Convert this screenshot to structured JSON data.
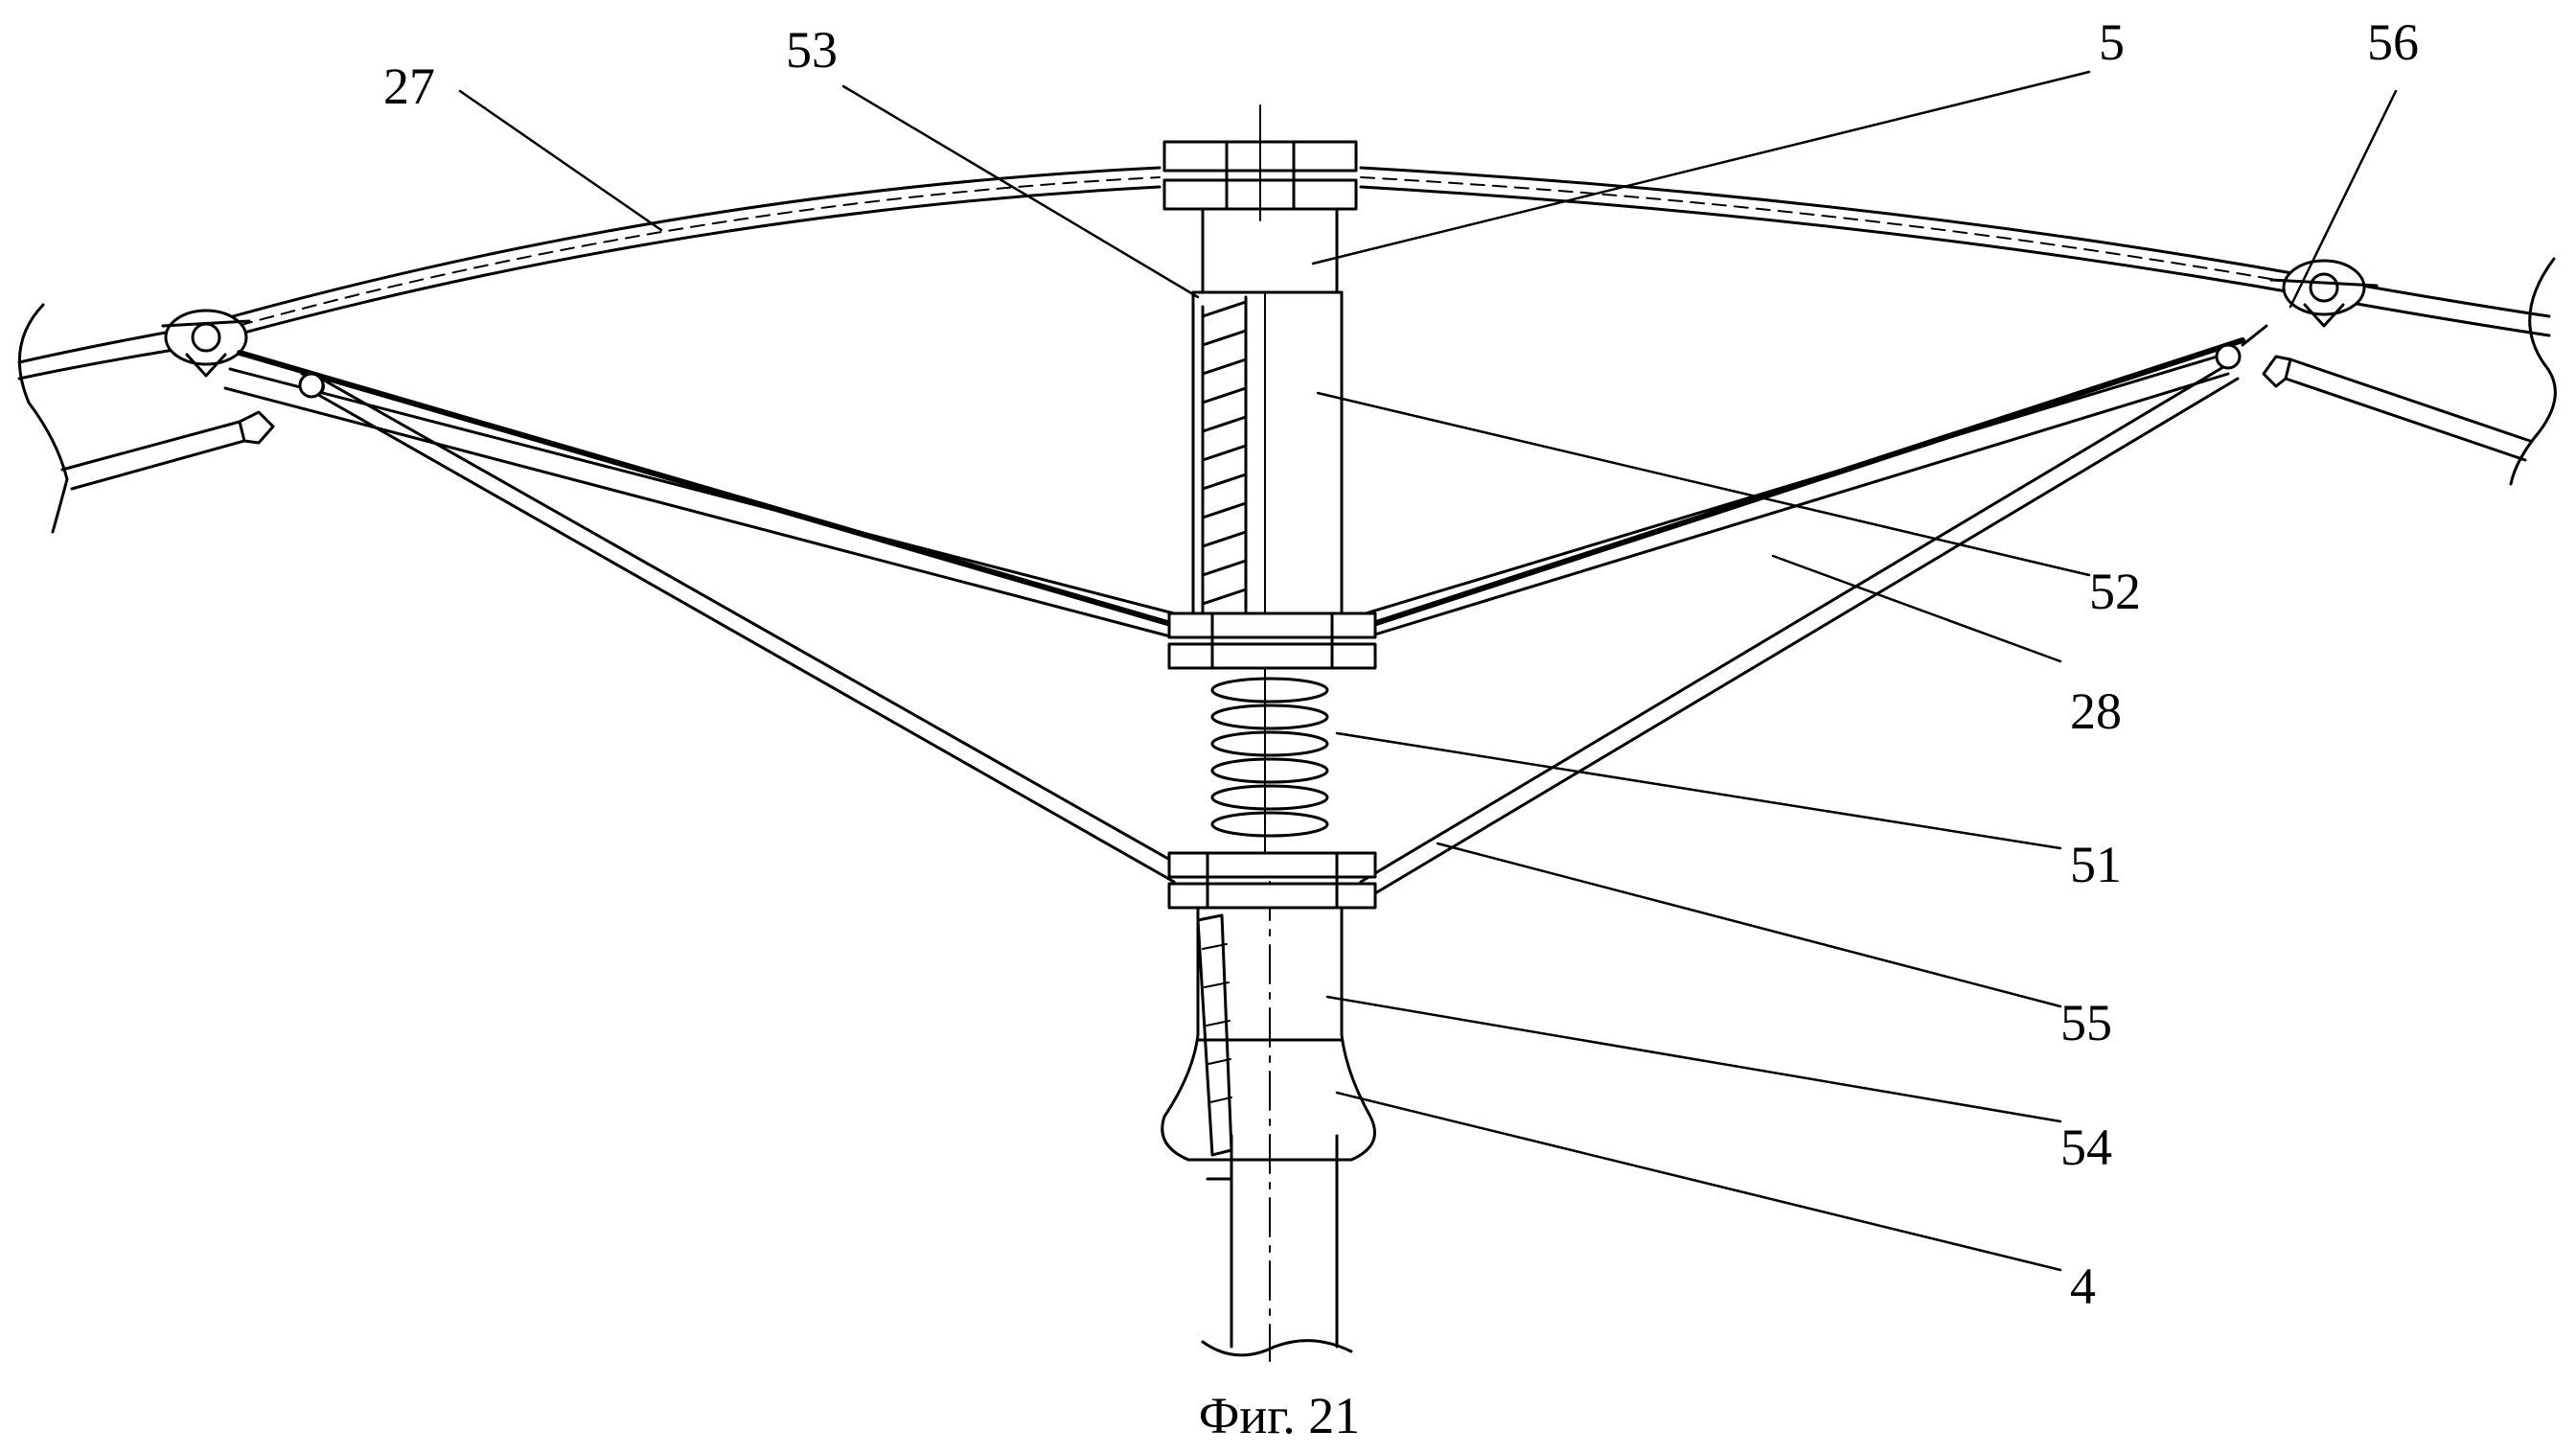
{
  "caption": "Фиг. 21",
  "labels": {
    "l27": "27",
    "l53": "53",
    "l5": "5",
    "l56": "56",
    "l52": "52",
    "l28": "28",
    "l51": "51",
    "l55": "55",
    "l54": "54",
    "l4": "4"
  }
}
